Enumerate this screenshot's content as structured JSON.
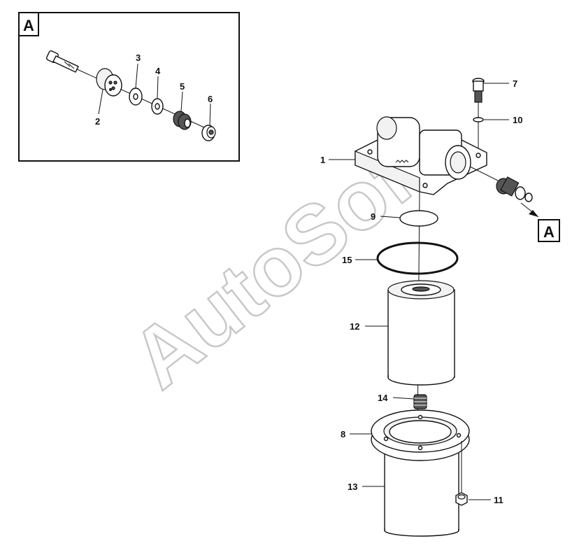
{
  "inset": {
    "view_label": "A"
  },
  "view_marker": {
    "label": "A"
  },
  "watermark": {
    "text": "AutoSoft"
  },
  "callouts": {
    "p1": "1",
    "p2": "2",
    "p3": "3",
    "p4": "4",
    "p5": "5",
    "p6": "6",
    "p7": "7",
    "p8": "8",
    "p9": "9",
    "p10": "10",
    "p11": "11",
    "p12": "12",
    "p13": "13",
    "p14": "14",
    "p15": "15"
  },
  "colors": {
    "line": "#111111",
    "watermark_stroke": "#c8c8c8",
    "background": "#ffffff"
  }
}
